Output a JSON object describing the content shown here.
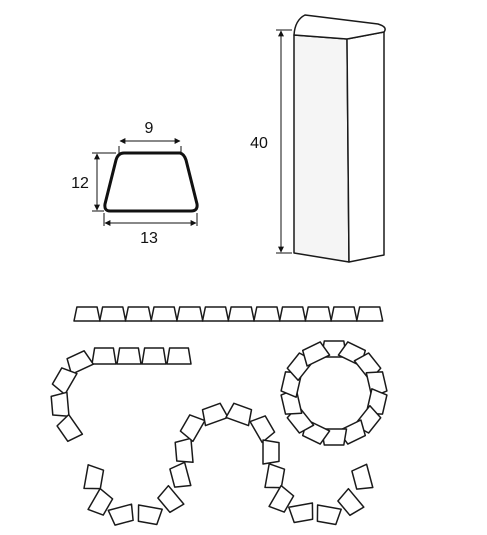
{
  "dimensions": {
    "top_width": "9",
    "height": "12",
    "bottom_width": "13",
    "length": "40"
  }
}
